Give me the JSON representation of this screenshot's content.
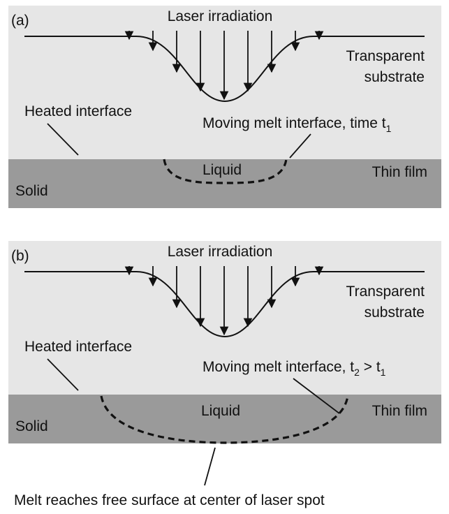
{
  "panels": [
    {
      "id": "a",
      "panel_label": "(a)",
      "laser": "Laser irradiation",
      "transparent": "Transparent",
      "substrate": "substrate",
      "heated": "Heated interface",
      "moving_text": "Moving melt interface, time t",
      "moving_sub": "1",
      "liquid": "Liquid",
      "thin_film": "Thin film",
      "solid": "Solid"
    },
    {
      "id": "b",
      "panel_label": "(b)",
      "laser": "Laser irradiation",
      "transparent": "Transparent",
      "substrate": "substrate",
      "heated": "Heated interface",
      "moving_text": "Moving melt interface, t",
      "moving_sub": "2",
      "moving_mid": " > t",
      "moving_sub2": "1",
      "liquid": "Liquid",
      "thin_film": "Thin film",
      "solid": "Solid"
    }
  ],
  "caption": "Melt reaches free surface at center of laser spot",
  "colors": {
    "substrate": "#e6e6e6",
    "film": "#9a9a9a",
    "ink": "#111111"
  }
}
